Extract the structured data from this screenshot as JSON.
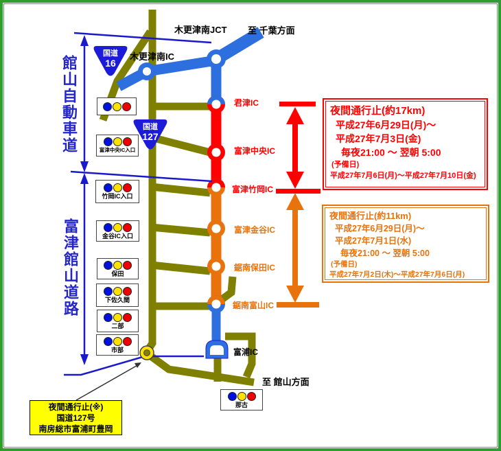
{
  "colors": {
    "expressway_blue": "#2E6FE0",
    "closure_red": "#FF0000",
    "closure_orange": "#E8720C",
    "general_road_olive": "#808000",
    "route_badge_blue": "#1C1CD8",
    "guide_line_blue": "#1A1ACC",
    "frame_green": "#2E9E2E",
    "signal_blue": "#0011DD",
    "signal_yellow": "#FFE100",
    "signal_red": "#EE0000",
    "callout_yellow": "#FFFF00"
  },
  "top": {
    "jct_label": "木更津南JCT",
    "to_chiba": "至 千葉方面",
    "kisarazu_minami_ic": "木更津南IC"
  },
  "left": {
    "tateyama_expressway": "館山自動車道",
    "futtsu_tateyama_road": "富津館山道路"
  },
  "badges": [
    {
      "prefix": "国道",
      "number": "16"
    },
    {
      "prefix": "国道",
      "number": "127"
    }
  ],
  "ic_labels": [
    {
      "label": "君津IC"
    },
    {
      "label": "富津中央IC"
    },
    {
      "label": "富津竹岡IC"
    },
    {
      "label": "富津金谷IC"
    },
    {
      "label": "鋸南保田IC"
    },
    {
      "label": "鋸南富山IC"
    },
    {
      "label": "富浦IC"
    }
  ],
  "signals": [
    {
      "label": ""
    },
    {
      "label": "富津中央IC入口"
    },
    {
      "label": "竹岡IC入口"
    },
    {
      "label": "金谷IC入口"
    },
    {
      "label": "保田"
    },
    {
      "label": "下佐久間"
    },
    {
      "label": "二部"
    },
    {
      "label": "市部"
    },
    {
      "label": "那古"
    }
  ],
  "red_closure": {
    "title": "夜間通行止(約17km)",
    "period_start": "平成27年6月29日(月)～",
    "period_end": "平成27年7月3日(金)",
    "hours": "毎夜21:00 ～ 翌朝 5:00",
    "reserve_label": "(予備日)",
    "reserve_period": "平成27年7月6日(月)～平成27年7月10日(金)"
  },
  "orange_closure": {
    "title": "夜間通行止(約11km)",
    "period_start": "平成27年6月29日(月)～",
    "period_end": "平成27年7月1日(水)",
    "hours": "毎夜21:00 ～ 翌朝 5:00",
    "reserve_label": "(予備日)",
    "reserve_period": "平成27年7月2日(木)～平成27年7月6日(月)"
  },
  "callout": {
    "line1": "夜間通行止(※)",
    "line2": "国道127号",
    "line3": "南房総市富浦町豊岡"
  },
  "bottom": {
    "to_tateyama": "至 館山方面"
  }
}
